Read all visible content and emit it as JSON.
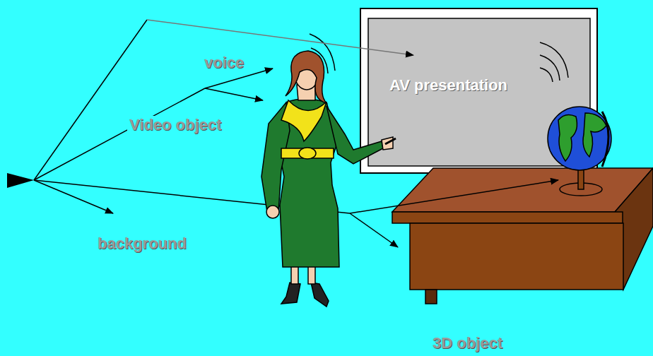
{
  "diagram": {
    "nodes": [
      {
        "text": [
          "AV presentation"
        ]
      }
    ],
    "labels": [
      "voice",
      "Video object",
      "background",
      "3D object"
    ]
  }
}
